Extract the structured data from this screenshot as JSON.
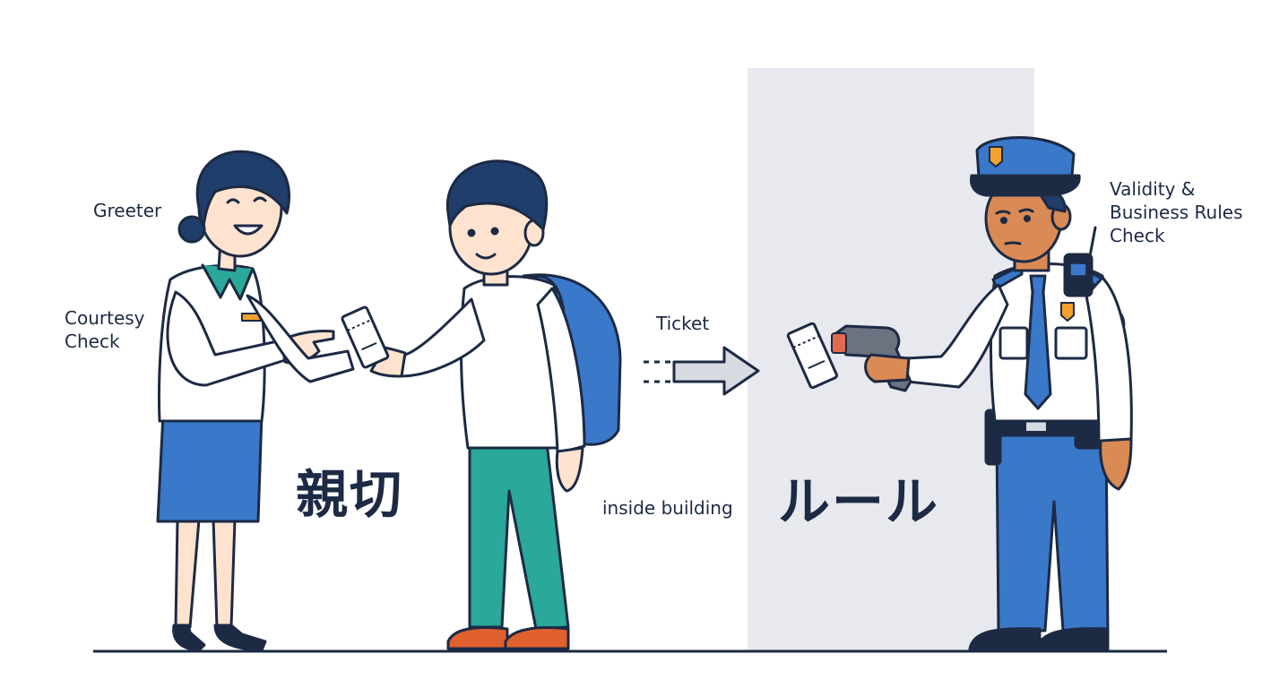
{
  "labels": {
    "greeter": "Greeter",
    "courtesy_line1": "Courtesy",
    "courtesy_line2": "Check",
    "ticket": "Ticket",
    "inside_building": "inside building",
    "validity_line1": "Validity &",
    "validity_line2": "Business Rules",
    "validity_line3": "Check",
    "kindness": "親切",
    "rules": "ルール"
  },
  "colors": {
    "outline": "#1c2a44",
    "skirt_blue": "#3a78c9",
    "backpack_blue": "#3a78c9",
    "pants_teal": "#2aa89a",
    "collar_teal": "#2aa89a",
    "shoe_orange": "#e0602e",
    "police_blue": "#3a78c9",
    "skin_light": "#ffe3cf",
    "skin_dark": "#d98a55",
    "zone_gray": "#e8e9ee",
    "badge_orange": "#f2a12d"
  },
  "icons": [
    "ticket-icon",
    "scanner-icon",
    "arrow-right-icon",
    "radio-icon",
    "badge-icon"
  ]
}
